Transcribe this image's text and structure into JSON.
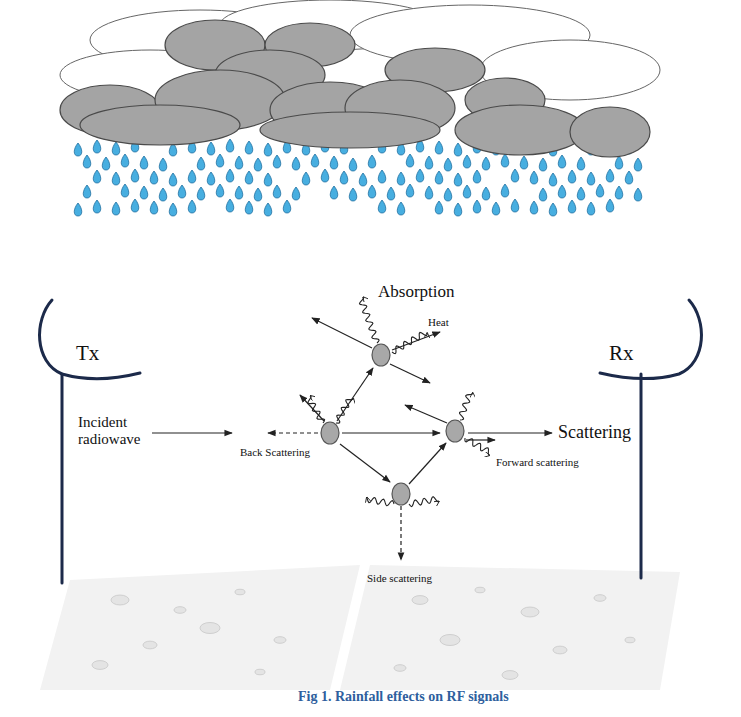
{
  "diagram": {
    "caption": "Fig 1. Rainfall effects on RF signals",
    "labels": [
      "Absorption",
      "Heat",
      "Tx",
      "Rx",
      "Incident radiowave",
      "Back Scattering",
      "Scattering",
      "Forward scattering",
      "Side scattering"
    ]
  }
}
